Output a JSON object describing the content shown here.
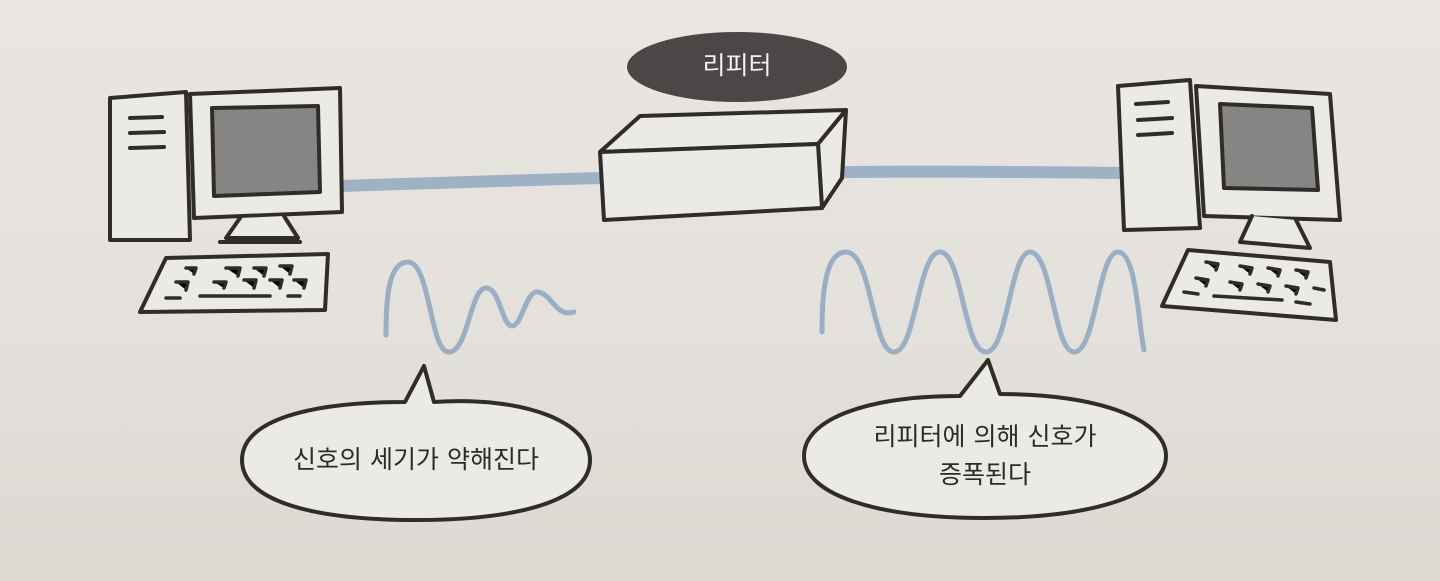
{
  "diagram": {
    "repeater_label": "리피터",
    "left_bubble": "신호의 세기가 약해진다",
    "right_bubble_line1": "리피터에 의해 신호가",
    "right_bubble_line2": "증폭된다"
  },
  "colors": {
    "line": "#2f2c2a",
    "cable": "#9fb1c4",
    "wave": "#9aaec4",
    "screen": "#878584",
    "paper": "#eceae6",
    "label_bg": "#4a4746"
  },
  "icons": [
    "computer-left",
    "computer-right",
    "repeater-box",
    "speech-bubble"
  ]
}
